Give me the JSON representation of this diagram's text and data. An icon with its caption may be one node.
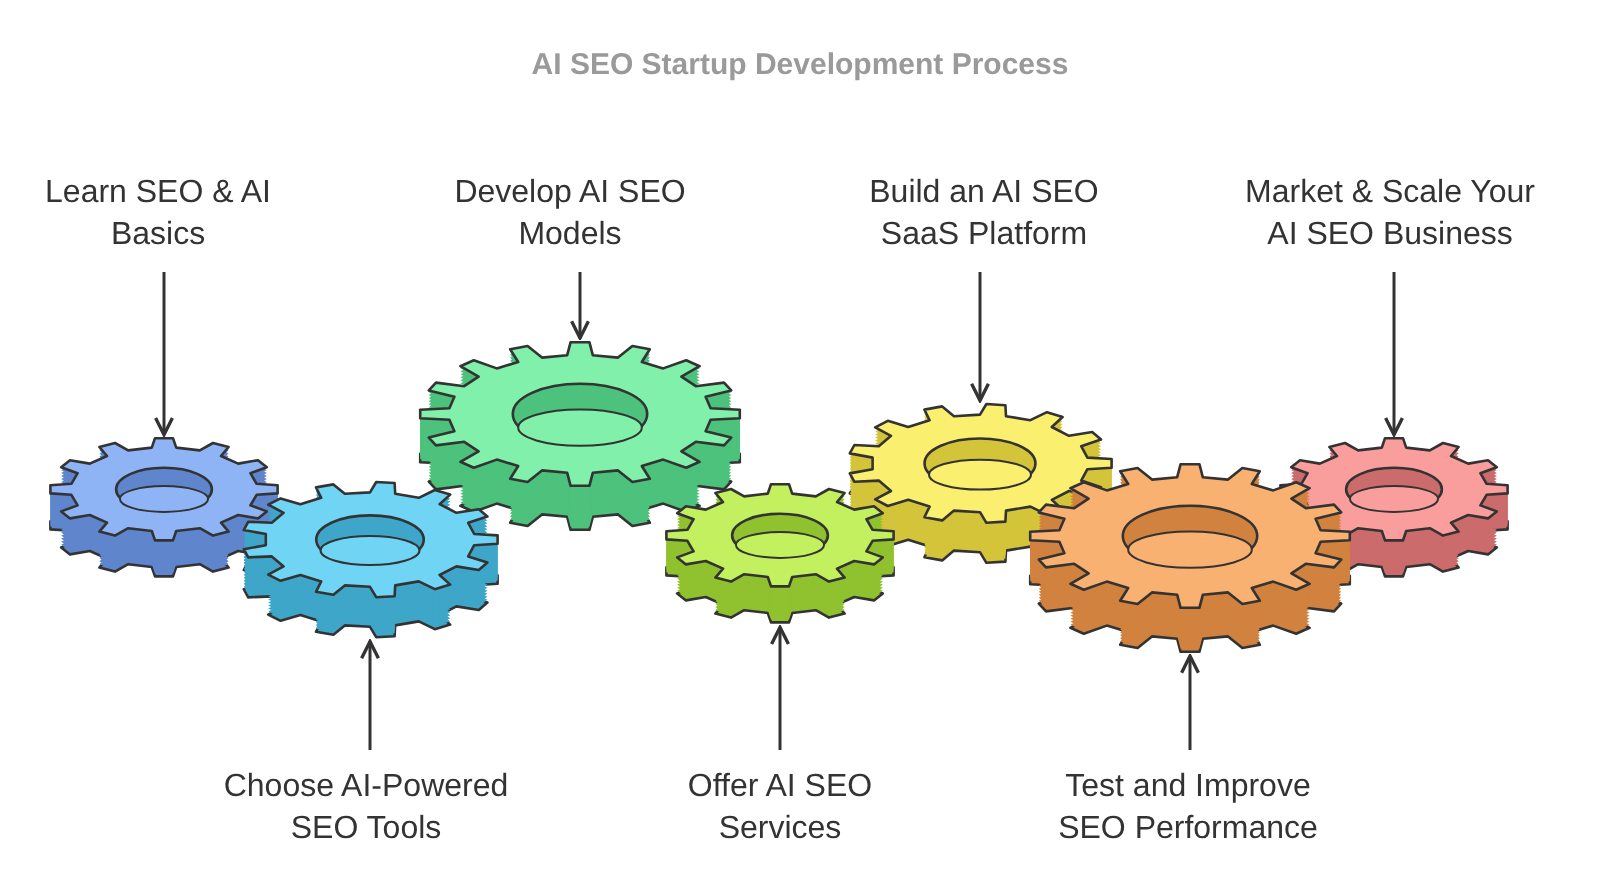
{
  "diagram": {
    "title": "AI SEO Startup Development Process",
    "nodes": [
      {
        "text": [
          "Learn SEO & AI Basics"
        ]
      },
      {
        "text": [
          "Choose AI-Powered SEO Tools"
        ]
      },
      {
        "text": [
          "Develop AI SEO Models"
        ]
      },
      {
        "text": [
          "Offer AI SEO Services"
        ]
      },
      {
        "text": [
          "Build an AI SEO SaaS Platform"
        ]
      },
      {
        "text": [
          "Test and Improve SEO Performance"
        ]
      },
      {
        "text": [
          "Market & Scale Your AI SEO Business"
        ]
      },
      {
        "text": [],
        "shape": "gear"
      },
      {
        "text": [],
        "shape": "gear"
      },
      {
        "text": [],
        "shape": "gear"
      },
      {
        "text": [],
        "shape": "gear"
      },
      {
        "text": [],
        "shape": "gear"
      },
      {
        "text": [],
        "shape": "gear"
      },
      {
        "text": [],
        "shape": "gear"
      }
    ],
    "edges": [
      {
        "from": 0,
        "to": 7,
        "arrow": "to"
      },
      {
        "from": 1,
        "to": 8,
        "arrow": "to"
      },
      {
        "from": 2,
        "to": 9,
        "arrow": "to"
      },
      {
        "from": 3,
        "to": 10,
        "arrow": "to"
      },
      {
        "from": 4,
        "to": 11,
        "arrow": "to"
      },
      {
        "from": 5,
        "to": 12,
        "arrow": "to"
      },
      {
        "from": 6,
        "to": 13,
        "arrow": "to"
      }
    ]
  }
}
